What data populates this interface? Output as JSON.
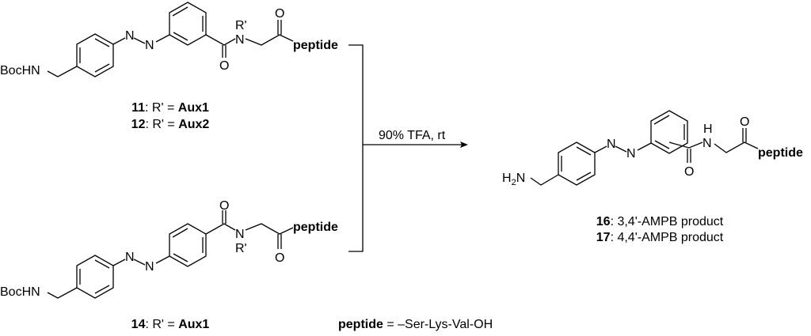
{
  "compound_11_12": {
    "protecting_group": "BocHN",
    "n1": "N",
    "n2": "N",
    "amide_n": "N",
    "r_group": "R'",
    "o1": "O",
    "o2": "O",
    "peptide": "peptide",
    "label1_num": "11",
    "label1_mid": ": R' = ",
    "label1_aux": "Aux1",
    "label2_num": "12",
    "label2_mid": ": R' = ",
    "label2_aux": "Aux2"
  },
  "compound_14": {
    "protecting_group": "BocHN",
    "n1": "N",
    "n2": "N",
    "amide_n": "N",
    "r_group": "R'",
    "o1": "O",
    "o2": "O",
    "peptide": "peptide",
    "label_num": "14",
    "label_mid": ": R' = ",
    "label_aux": "Aux1"
  },
  "reaction": {
    "conditions": "90% TFA, rt"
  },
  "product": {
    "amine_h": "H",
    "amine_sub": "2",
    "amine_n": "N",
    "n1": "N",
    "n2": "N",
    "amide_n": "N",
    "amide_h": "H",
    "o1": "O",
    "o2": "O",
    "peptide": "peptide",
    "label1_num": "16",
    "label1_text": ": 3,4'-AMPB product",
    "label2_num": "17",
    "label2_text": ": 4,4'-AMPB product"
  },
  "legend": {
    "peptide_term": "peptide",
    "peptide_def": " = –Ser-Lys-Val-OH"
  }
}
